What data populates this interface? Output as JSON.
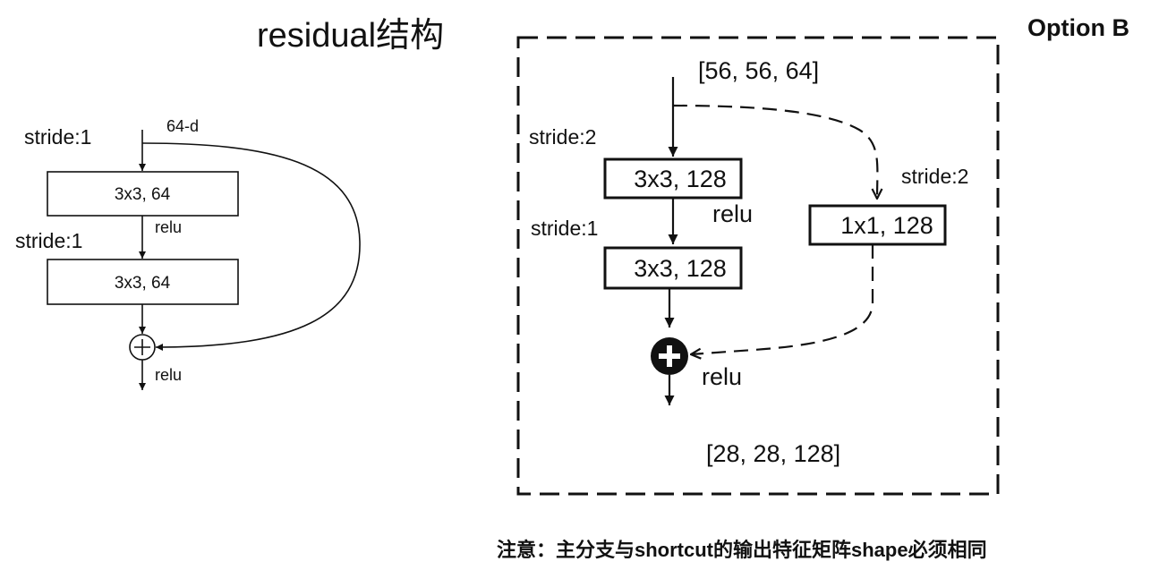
{
  "title": "residual结构",
  "option_label": "Option B",
  "left_block": {
    "input_dim": "64-d",
    "stride_1": "stride:1",
    "stride_2": "stride:1",
    "conv1": "3x3, 64",
    "conv2": "3x3, 64",
    "relu_mid": "relu",
    "relu_out": "relu"
  },
  "right_block": {
    "input_shape": "[56, 56, 64]",
    "output_shape": "[28, 28, 128]",
    "main_stride_1": "stride:2",
    "main_stride_2": "stride:1",
    "conv1": "3x3, 128",
    "conv2": "3x3, 128",
    "relu_mid": "relu",
    "relu_out": "relu",
    "shortcut_stride": "stride:2",
    "shortcut_conv": "1x1, 128"
  },
  "note": "注意：主分支与shortcut的输出特征矩阵shape必须相同"
}
